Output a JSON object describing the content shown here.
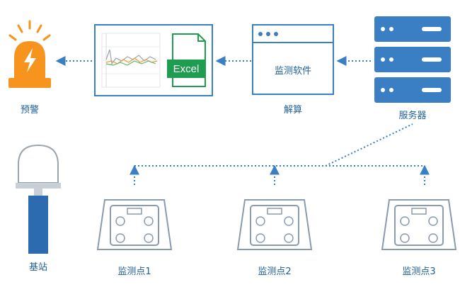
{
  "labels": {
    "alarm": "预警",
    "decode": "解算",
    "server": "服务器",
    "base_station": "基站",
    "software": "监测软件",
    "excel": "Excel",
    "monitor_points": [
      "监测点1",
      "监测点2",
      "监测点3"
    ]
  },
  "colors": {
    "primary_blue": "#3a7ec3",
    "dark_blue": "#2c6bb0",
    "alarm_orange": "#f7941d",
    "excel_green": "#1e9c50",
    "text_blue": "#1f5f96",
    "device_gray": "#8a9bb0",
    "dome_gray": "#c9cfd6"
  },
  "icons": [
    "alarm-icon",
    "chart-icon",
    "excel-icon",
    "software-window-icon",
    "server-icon",
    "base-station-icon",
    "monitor-device-icon"
  ]
}
